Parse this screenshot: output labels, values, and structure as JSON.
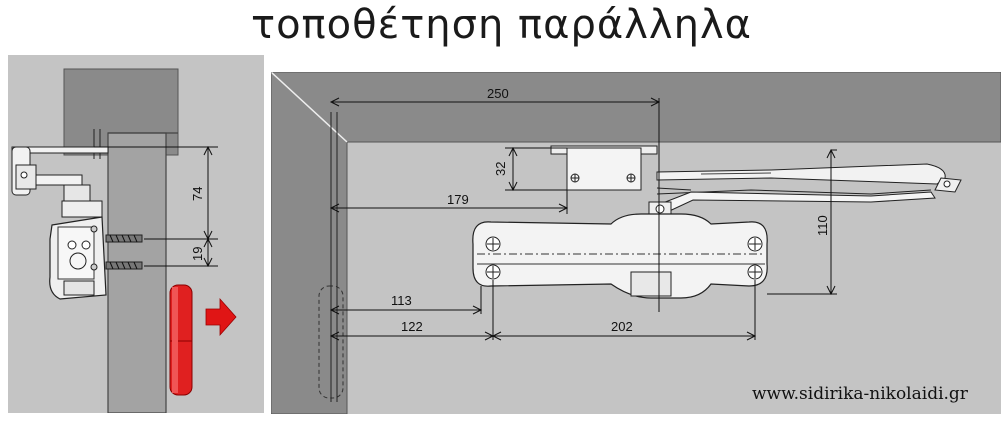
{
  "title": "τοποθέτηση παράλληλα",
  "website": "www.sidirika-nikolaidi.gr",
  "colors": {
    "background": "#c4c4c4",
    "wall": "#8a8a8a",
    "hinge": "#e02020",
    "arrow": "#e01515"
  },
  "left_diagram": {
    "dimensions": [
      "74",
      "19"
    ]
  },
  "right_diagram": {
    "dimensions": [
      "250",
      "32",
      "179",
      "110",
      "113",
      "122",
      "202"
    ]
  }
}
